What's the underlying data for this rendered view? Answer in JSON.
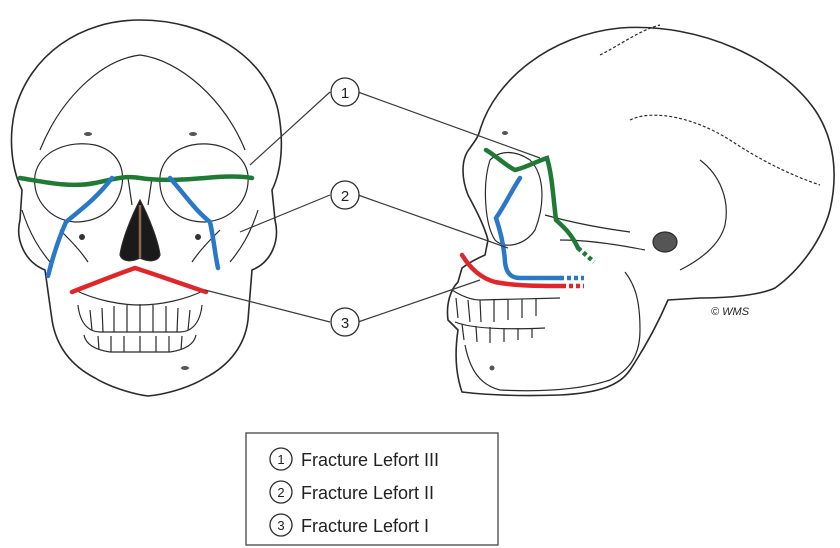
{
  "markers": [
    "1",
    "2",
    "3"
  ],
  "legend": [
    {
      "num": "1",
      "label": "Fracture Lefort III"
    },
    {
      "num": "2",
      "label": "Fracture Lefort II"
    },
    {
      "num": "3",
      "label": "Fracture Lefort I"
    }
  ],
  "copyright": "© WMS",
  "colors": {
    "lefort_iii": "#1f7a35",
    "lefort_ii": "#2a78c8",
    "lefort_i": "#e0262a"
  }
}
